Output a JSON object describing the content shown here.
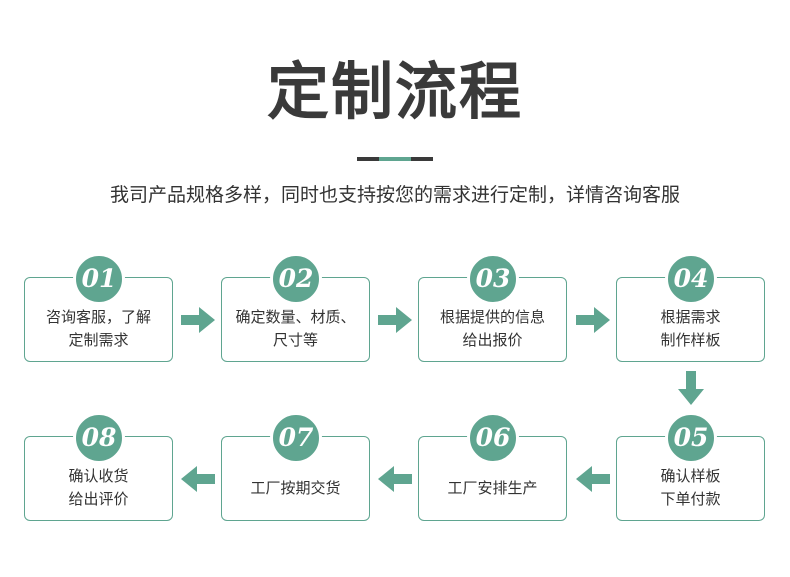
{
  "title": "定制流程",
  "subtitle": "我司产品规格多样，同时也支持按您的需求进行定制，详情咨询客服",
  "accent_color": "#5fa590",
  "steps": [
    {
      "num": "01",
      "text": "咨询客服，了解\n定制需求"
    },
    {
      "num": "02",
      "text": "确定数量、材质、\n尺寸等"
    },
    {
      "num": "03",
      "text": "根据提供的信息\n给出报价"
    },
    {
      "num": "04",
      "text": "根据需求\n制作样板"
    },
    {
      "num": "05",
      "text": "确认样板\n下单付款"
    },
    {
      "num": "06",
      "text": "工厂安排生产"
    },
    {
      "num": "07",
      "text": "工厂按期交货"
    },
    {
      "num": "08",
      "text": "确认收货\n给出评价"
    }
  ],
  "arrow_icons": [
    "arrow-right-icon",
    "arrow-right-icon",
    "arrow-right-icon",
    "arrow-down-icon",
    "arrow-left-icon",
    "arrow-left-icon",
    "arrow-left-icon"
  ]
}
